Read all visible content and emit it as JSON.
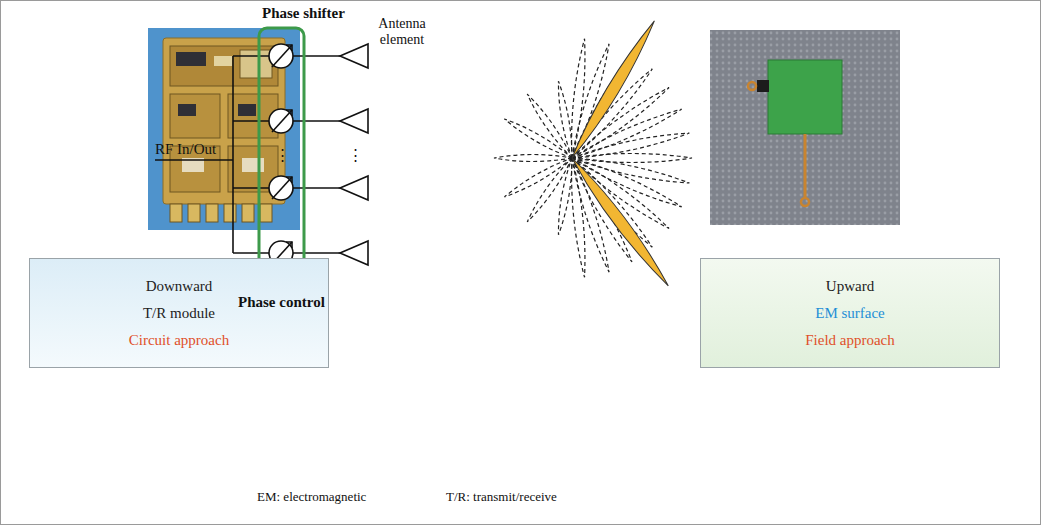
{
  "diagram": {
    "nodes": [
      {
        "text": [
          "Downward",
          "T/R module",
          "Circuit approach"
        ]
      },
      {
        "text": [
          "Upward",
          "EM surface",
          "Field approach"
        ]
      }
    ],
    "labels": [
      "Phase shifter",
      "Antenna element",
      "RF In/Out",
      "⋮",
      "⋮",
      "Phase control",
      "EM: electromagnetic",
      "T/R: transmit/receive"
    ]
  }
}
